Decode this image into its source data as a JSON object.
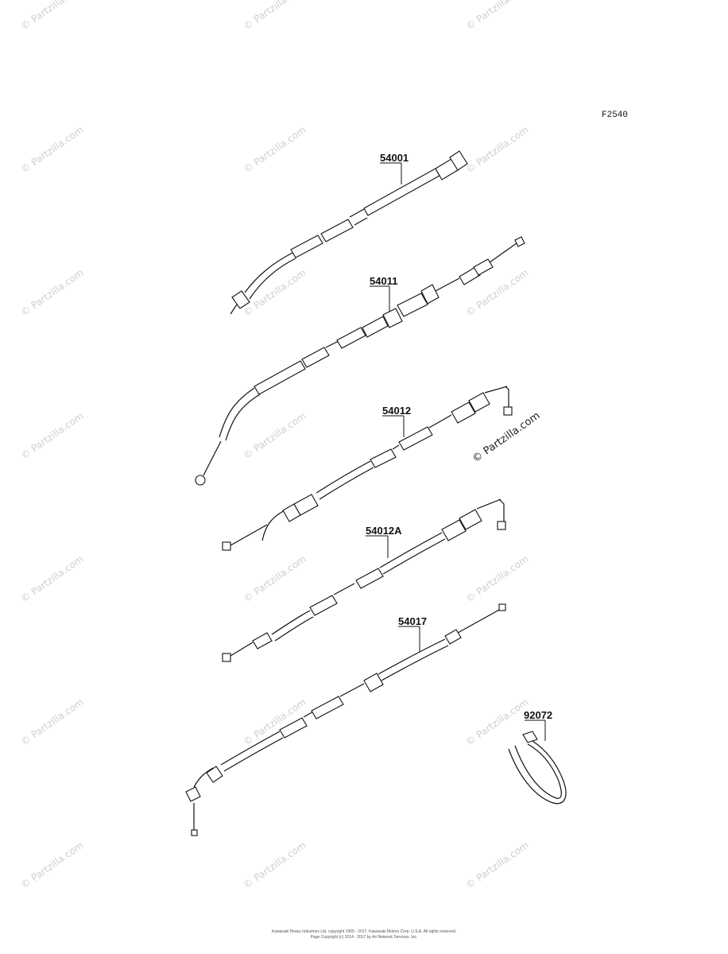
{
  "figure": {
    "code": "F2540"
  },
  "parts": [
    {
      "id": "cable-54001",
      "label": "54001"
    },
    {
      "id": "cable-54011",
      "label": "54011"
    },
    {
      "id": "cable-54012",
      "label": "54012"
    },
    {
      "id": "cable-54012a",
      "label": "54012A"
    },
    {
      "id": "cable-54017",
      "label": "54017"
    },
    {
      "id": "clamp-92072",
      "label": "92072"
    }
  ],
  "watermark": {
    "text": "© Partzilla.com",
    "center_text": "© Partzilla.com"
  },
  "footer": {
    "line1": "Kawasaki Heavy Industries Ltd. copyright 1965 - 2017. Kawasaki Motors Corp. U.S.A. All rights reserved.",
    "line2": "Page Copyright (c) 2014 - 2017 by Ari Network Services, Inc."
  },
  "colors": {
    "ink": "#111111",
    "watermark": "#cfcfcf"
  }
}
